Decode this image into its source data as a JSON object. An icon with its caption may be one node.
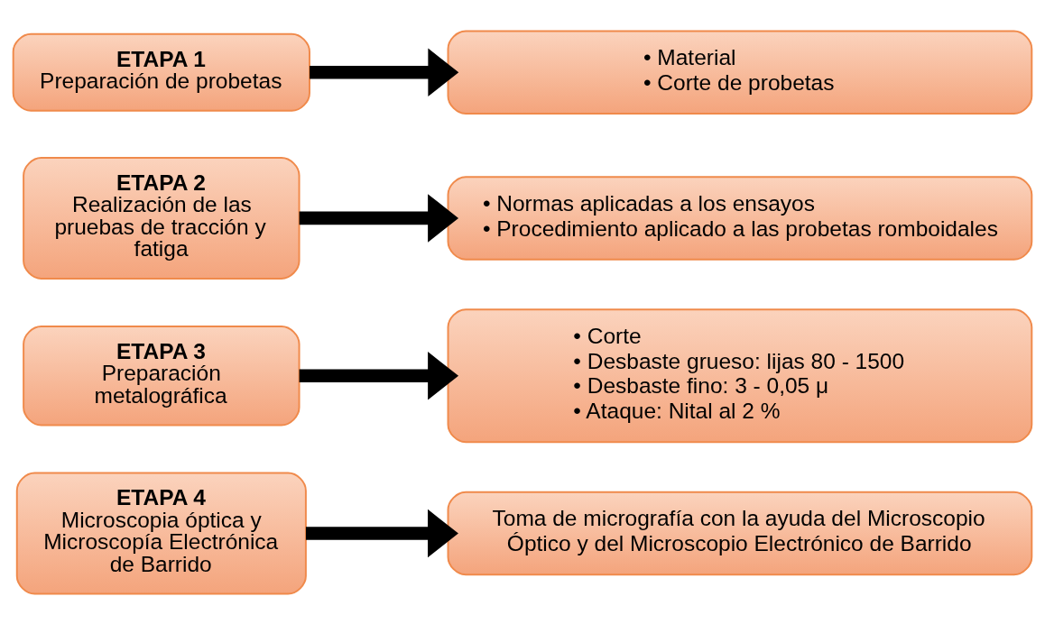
{
  "diagram": {
    "nodes": [
      {
        "text": [
          "ETAPA 1",
          "Preparación de probetas"
        ]
      },
      {
        "text": [
          "• Material",
          "• Corte de probetas"
        ]
      },
      {
        "text": [
          "ETAPA 2",
          "Realización de las pruebas de tracción y fatiga"
        ]
      },
      {
        "text": [
          "• Normas aplicadas a los ensayos",
          "• Procedimiento aplicado a las probetas romboidales"
        ]
      },
      {
        "text": [
          "ETAPA 3",
          "Preparación metalográfica"
        ]
      },
      {
        "text": [
          "• Corte",
          "• Desbaste grueso: lijas 80 - 1500",
          "• Desbaste fino: 3 - 0,05 μ",
          "• Ataque: Nital al 2 %"
        ]
      },
      {
        "text": [
          "ETAPA 4",
          "Microscopia óptica y Microscopía Electrónica de Barrido"
        ]
      },
      {
        "text": [
          "Toma de micrografía con la ayuda del Microscopio Óptico y del Microscopio Electrónico de Barrido"
        ]
      }
    ],
    "edges": [
      {
        "from": 0,
        "to": 1,
        "arrow": "to"
      },
      {
        "from": 2,
        "to": 3,
        "arrow": "to"
      },
      {
        "from": 4,
        "to": 5,
        "arrow": "to"
      },
      {
        "from": 6,
        "to": 7,
        "arrow": "to"
      }
    ]
  }
}
